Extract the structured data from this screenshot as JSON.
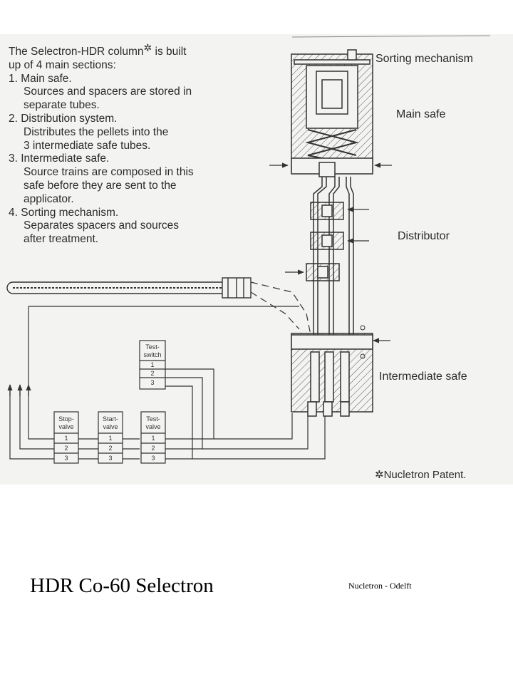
{
  "description": {
    "intro_line1_before": "The Selectron-HDR column",
    "intro_mark": "✲",
    "intro_line1_after": " is built",
    "intro_line2": "up of 4 main sections:",
    "sections": [
      {
        "heading": "1. Main safe.",
        "body": [
          "Sources and spacers are stored in",
          "separate tubes."
        ]
      },
      {
        "heading": "2. Distribution system.",
        "body": [
          "Distributes the pellets into the",
          "3 intermediate safe tubes."
        ]
      },
      {
        "heading": "3. Intermediate safe.",
        "body": [
          "Source trains are composed in this",
          "safe before they are sent to the",
          "applicator."
        ]
      },
      {
        "heading": "4. Sorting mechanism.",
        "body": [
          "Separates spacers and sources",
          "after treatment."
        ]
      }
    ]
  },
  "labels": {
    "sorting": "Sorting mechanism",
    "main_safe": "Main safe",
    "distributor": "Distributor",
    "intermediate": "Intermediate safe",
    "patent": "✲Nucletron Patent."
  },
  "boxes": {
    "test_switch": {
      "title": [
        "Test-",
        "switch"
      ],
      "rows": [
        "1",
        "2",
        "3"
      ]
    },
    "stop_valve": {
      "title": [
        "Stop-",
        "valve"
      ],
      "rows": [
        "1",
        "2",
        "3"
      ]
    },
    "start_valve": {
      "title": [
        "Start-",
        "valve"
      ],
      "rows": [
        "1",
        "2",
        "3"
      ]
    },
    "test_valve": {
      "title": [
        "Test-",
        "valve"
      ],
      "rows": [
        "1",
        "2",
        "3"
      ]
    }
  },
  "slide": {
    "title": "HDR Co-60 Selectron",
    "credit": "Nucletron - Odelft"
  }
}
